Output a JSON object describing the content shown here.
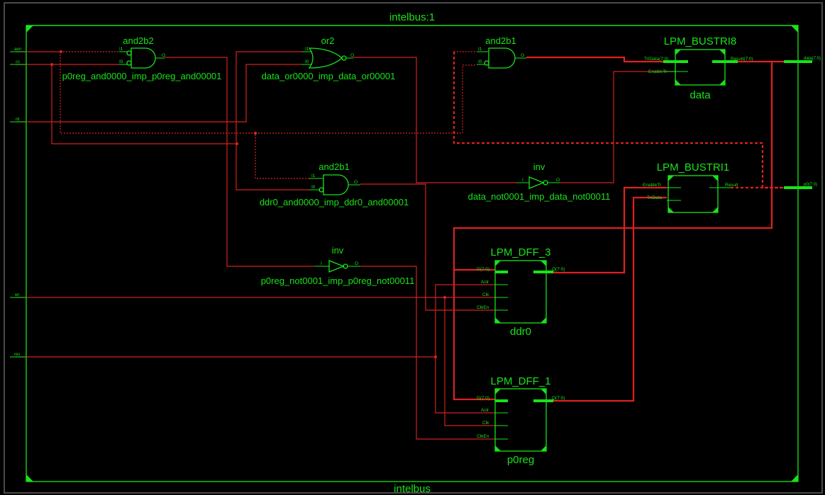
{
  "frame": {
    "title": "intelbus:1",
    "footer": "intelbus"
  },
  "ports": {
    "aen": "aen",
    "cs": "cs",
    "rd": "rd",
    "wr": "wr",
    "res": "res",
    "data": "data(7:0)",
    "p0": "p0(7:0)"
  },
  "gates": {
    "g1": {
      "type": "and2b2",
      "instance": "p0reg_and0000_imp_p0reg_and00001",
      "in1": "I1",
      "in0": "I0",
      "out": "O"
    },
    "g2": {
      "type": "or2",
      "instance": "data_or0000_imp_data_or00001",
      "in1": "I1",
      "in0": "I0",
      "out": "O"
    },
    "g3": {
      "type": "and2b1",
      "instance": "",
      "in1": "I1",
      "in0": "I0",
      "out": "O"
    },
    "g4": {
      "type": "and2b1",
      "instance": "ddr0_and0000_imp_ddr0_and00001",
      "in1": "I1",
      "in0": "I0",
      "out": "O"
    },
    "g5": {
      "type": "inv",
      "instance": "data_not0001_imp_data_not00011",
      "in": "I",
      "out": "O"
    },
    "g6": {
      "type": "inv",
      "instance": "p0reg_not0001_imp_p0reg_not00011",
      "in": "I",
      "out": "O"
    }
  },
  "blocks": {
    "bustri8": {
      "type": "LPM_BUSTRI8",
      "instance": "data",
      "pins": [
        "TriData(7:0)",
        "EnableTr",
        "Result(7:0)"
      ]
    },
    "bustri1": {
      "type": "LPM_BUSTRI1",
      "instance": "",
      "pins": [
        "EnableTr",
        "TriData",
        "Result"
      ]
    },
    "dff3": {
      "type": "LPM_DFF_3",
      "instance": "ddr0",
      "pins": [
        "D(7:0)",
        "Aclr",
        "Clk",
        "ClkEn",
        "Q(7:0)"
      ]
    },
    "dff1": {
      "type": "LPM_DFF_1",
      "instance": "p0reg",
      "pins": [
        "D(7:0)",
        "Aclr",
        "Clk",
        "ClkEn",
        "Q(7:0)"
      ]
    }
  },
  "colors": {
    "symbols": "#19e319",
    "wires": "#d42020",
    "background": "#000000"
  }
}
